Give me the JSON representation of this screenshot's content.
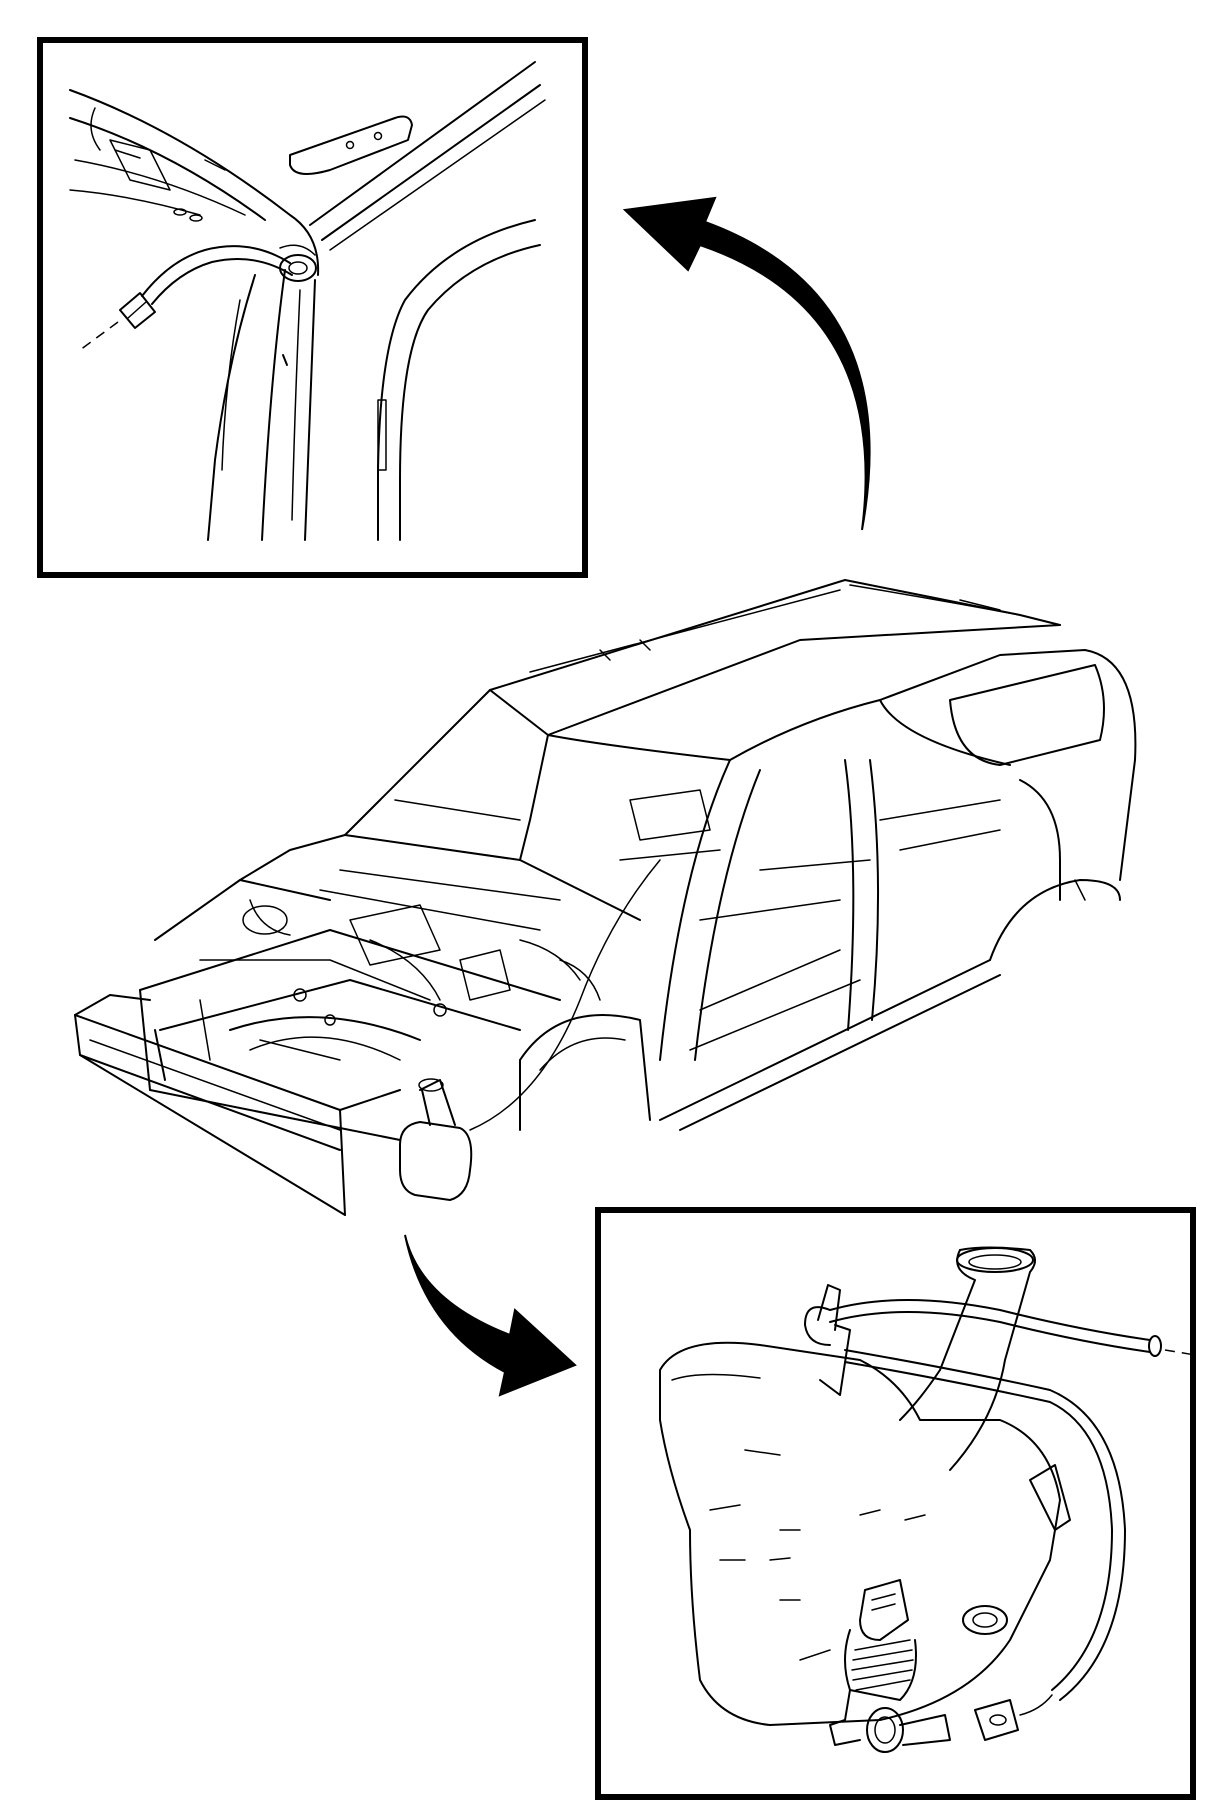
{
  "diagram": {
    "style": "black-and-white technical line illustration",
    "colors": {
      "ink": "#000000",
      "paper": "#ffffff"
    },
    "inset_top_left": {
      "icon": "roof-rail-hose-detail"
    },
    "inset_bottom_right": {
      "icon": "washer-reservoir-pump-detail"
    },
    "vehicle": {
      "icon": "vehicle-body-frame"
    },
    "arrows": [
      {
        "icon": "curved-pointer-arrow-to-top-inset"
      },
      {
        "icon": "curved-pointer-arrow-to-bottom-inset"
      }
    ]
  }
}
